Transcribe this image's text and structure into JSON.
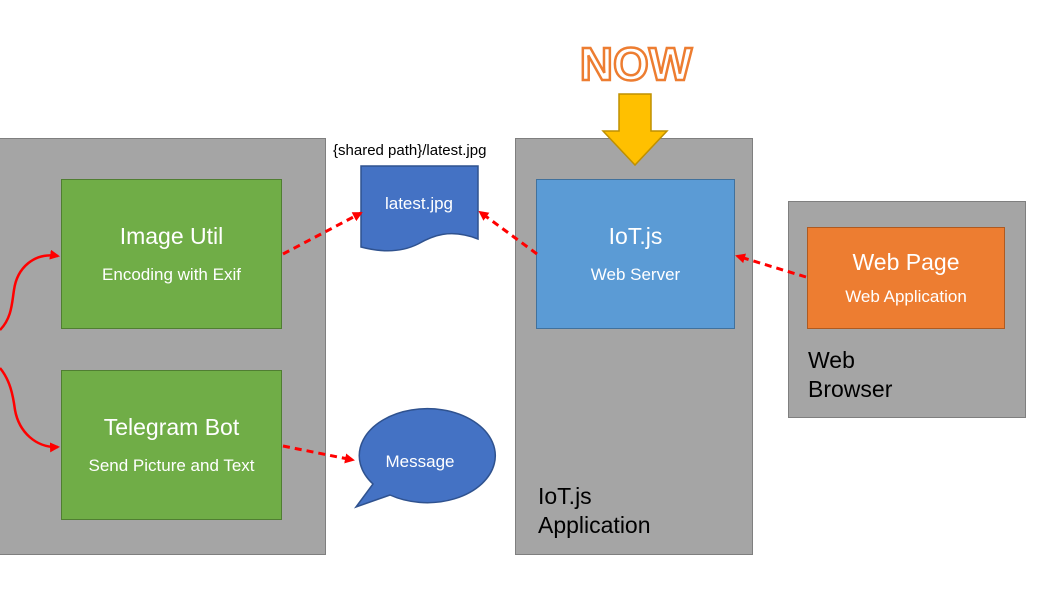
{
  "now_label": "NOW",
  "left_container": {},
  "image_util": {
    "title": "Image Util",
    "subtitle": "Encoding with Exif"
  },
  "telegram_bot": {
    "title": "Telegram Bot",
    "subtitle": "Send Picture and Text"
  },
  "shared_path": "{shared path}/latest.jpg",
  "latest_file": "latest.jpg",
  "message": "Message",
  "iotjs": {
    "title": "IoT.js",
    "subtitle": "Web Server"
  },
  "iotjs_app_label": {
    "line1": "IoT.js",
    "line2": "Application"
  },
  "web_page": {
    "title": "Web Page",
    "subtitle": "Web Application"
  },
  "browser_label": {
    "line1": "Web",
    "line2": "Browser"
  },
  "colors": {
    "container": "#a5a5a5",
    "green": "#70ad47",
    "blue": "#5b9bd5",
    "doc_blue": "#4472c4",
    "orange": "#ed7d31",
    "arrow_red": "#ff0000",
    "now_orange": "#ffc000"
  }
}
